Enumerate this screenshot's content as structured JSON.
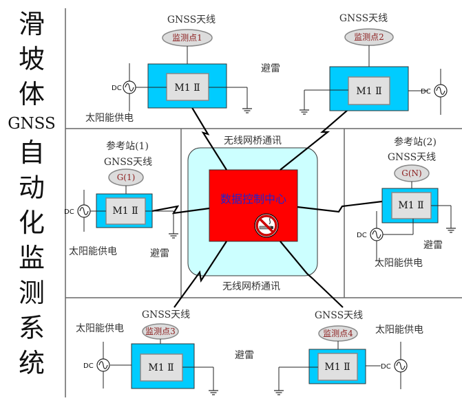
{
  "title": {
    "chars_top": [
      "滑",
      "坡",
      "体"
    ],
    "gnss": "GNSS",
    "chars_bottom": [
      "自",
      "动",
      "化",
      "监",
      "测",
      "系",
      "统"
    ]
  },
  "labels": {
    "antenna": "GNSS天线",
    "module": "M1 Ⅱ",
    "dc": "DC",
    "solar": "太阳能供电",
    "lightning": "避雷",
    "wireless": "无线网桥通讯",
    "center": "数据控制中心"
  },
  "nodes": {
    "monitor1": "监测点1",
    "monitor2": "监测点2",
    "monitor3": "监测点3",
    "monitor4": "监测点4",
    "ref1_title": "参考站(1)",
    "ref1_node": "G(1)",
    "ref2_title": "参考站(2)",
    "ref2_node": "G(N)"
  },
  "icons": {
    "no_smoking": "no-smoking-icon",
    "power": "ac-source-icon",
    "ground": "ground-icon"
  },
  "colors": {
    "enclosure": "#00ccff",
    "module": "#e0e0e0",
    "center": "#ff0000",
    "center_zone": "#ccffff",
    "node_label": "#8b1c1c",
    "center_text": "#2222cc"
  }
}
